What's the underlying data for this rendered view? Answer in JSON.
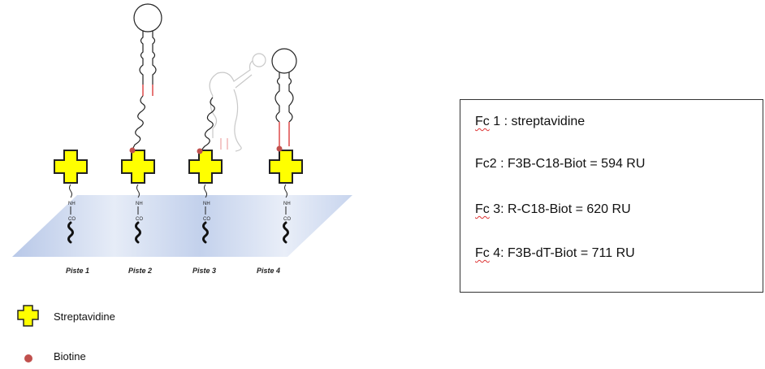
{
  "lanes": [
    {
      "label": "Piste 1"
    },
    {
      "label": "Piste 2"
    },
    {
      "label": "Piste 3"
    },
    {
      "label": "Piste 4"
    }
  ],
  "linker": {
    "nh": "NH",
    "co": "CO"
  },
  "legend": {
    "streptavidine": "Streptavidine",
    "biotine": "Biotine"
  },
  "info_box": {
    "lines": [
      {
        "prefix": "Fc",
        "text": " 1 : streptavidine"
      },
      {
        "prefix": "",
        "text": "Fc2 : F3B-C18-Biot = 594 RU"
      },
      {
        "prefix": "Fc",
        "text": " 3: R-C18-Biot = 620 RU"
      },
      {
        "prefix": "Fc",
        "text": " 4: F3B-dT-Biot = 711 RU"
      }
    ]
  },
  "colors": {
    "streptavidin_fill": "#ffff00",
    "biotin": "#c0504d",
    "surface": "#c9d6ee",
    "red_stem": "#e05555"
  }
}
